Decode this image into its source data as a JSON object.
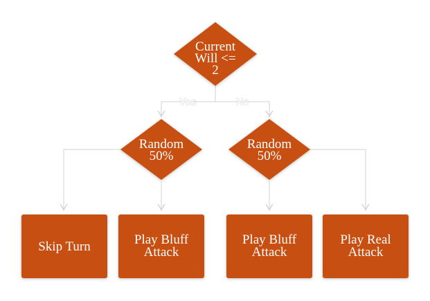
{
  "colors": {
    "node_fill": "#c84f12",
    "node_text": "#ffffff",
    "connector": "#dcdcdc"
  },
  "nodes": {
    "root": {
      "lines": [
        "Current",
        "Will <=",
        "2"
      ]
    },
    "random_left": {
      "lines": [
        "Random",
        "50%"
      ]
    },
    "random_right": {
      "lines": [
        "Random",
        "50%"
      ]
    },
    "skip_turn": {
      "lines": [
        "Skip Turn"
      ]
    },
    "bluff_left": {
      "lines": [
        "Play Bluff",
        "Attack"
      ]
    },
    "bluff_right": {
      "lines": [
        "Play Bluff",
        "Attack"
      ]
    },
    "real_attack": {
      "lines": [
        "Play Real",
        "Attack"
      ]
    }
  },
  "edges": {
    "yes_label": "Yes",
    "no_label": "No"
  }
}
